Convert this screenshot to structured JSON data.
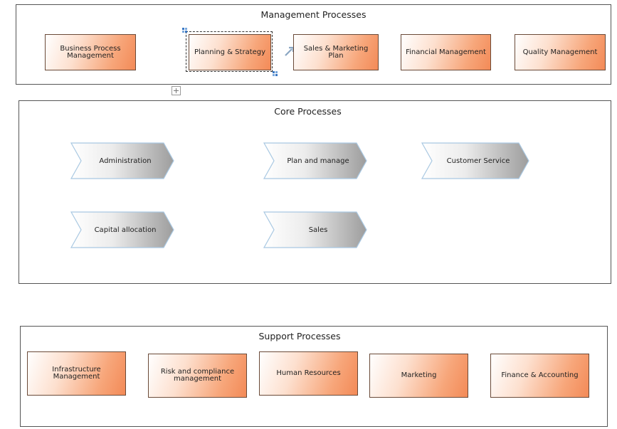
{
  "management": {
    "title": "Management Processes",
    "items": [
      "Business Process Management",
      "Planning & Strategy",
      "Sales & Marketing Plan",
      "Financial Management",
      "Quality Management"
    ]
  },
  "core": {
    "title": "Core Processes",
    "items": [
      "Administration",
      "Plan and manage",
      "Customer Service",
      "Capital allocation",
      "Sales"
    ]
  },
  "support": {
    "title": "Support Processes",
    "items": [
      "Infrastructure Management",
      "Risk and compliance management",
      "Human Resources",
      "Marketing",
      "Finance & Accounting"
    ]
  },
  "colors": {
    "box_fill_end": "#f38a57",
    "chevron_fill_end": "#9d9d9d",
    "chevron_edge": "#a9c8e2"
  },
  "icons": [
    "expand-icon",
    "resize-handle-icon",
    "link-arrow-icon"
  ]
}
